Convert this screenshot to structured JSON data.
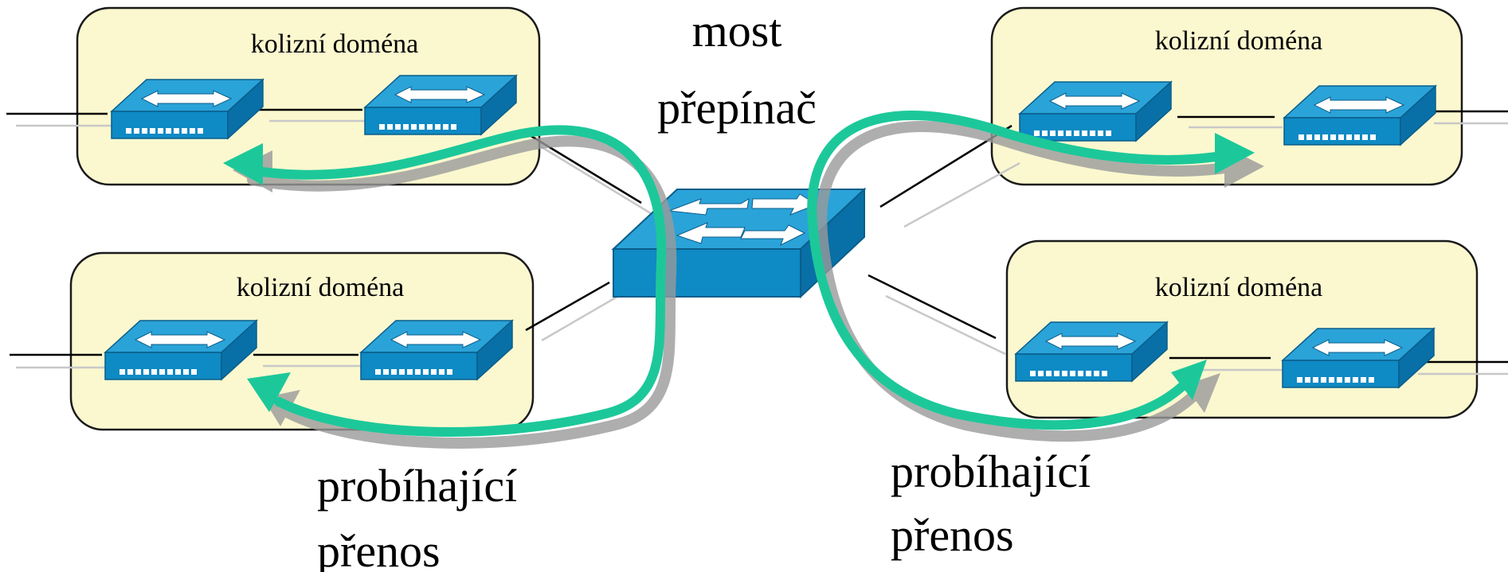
{
  "colors": {
    "background": "#ffffff",
    "domain_fill": "#fbf8cf",
    "domain_stroke": "#1a1a1a",
    "switch_top": "#2aa3d8",
    "switch_front": "#0e8ac4",
    "switch_side": "#0870a6",
    "flow_arrow": "#1cc89a",
    "flow_shadow": "#9a9a9a",
    "cable": "#000000",
    "cable_shadow": "#c8c8c8"
  },
  "bridge": {
    "title_line1": "most",
    "title_line2": "přepínač",
    "icon": "multilayer-switch-icon"
  },
  "domains": [
    {
      "id": "top-left",
      "label": "kolizní doména",
      "devices": [
        "hub-icon",
        "hub-icon"
      ]
    },
    {
      "id": "bottom-left",
      "label": "kolizní doména",
      "devices": [
        "hub-icon",
        "hub-icon"
      ]
    },
    {
      "id": "top-right",
      "label": "kolizní doména",
      "devices": [
        "hub-icon",
        "hub-icon"
      ]
    },
    {
      "id": "bottom-right",
      "label": "kolizní doména",
      "devices": [
        "hub-icon",
        "hub-icon"
      ]
    }
  ],
  "transfers": [
    {
      "id": "left",
      "line1": "probíhající",
      "line2": "přenos"
    },
    {
      "id": "right",
      "line1": "probíhající",
      "line2": "přenos"
    }
  ]
}
